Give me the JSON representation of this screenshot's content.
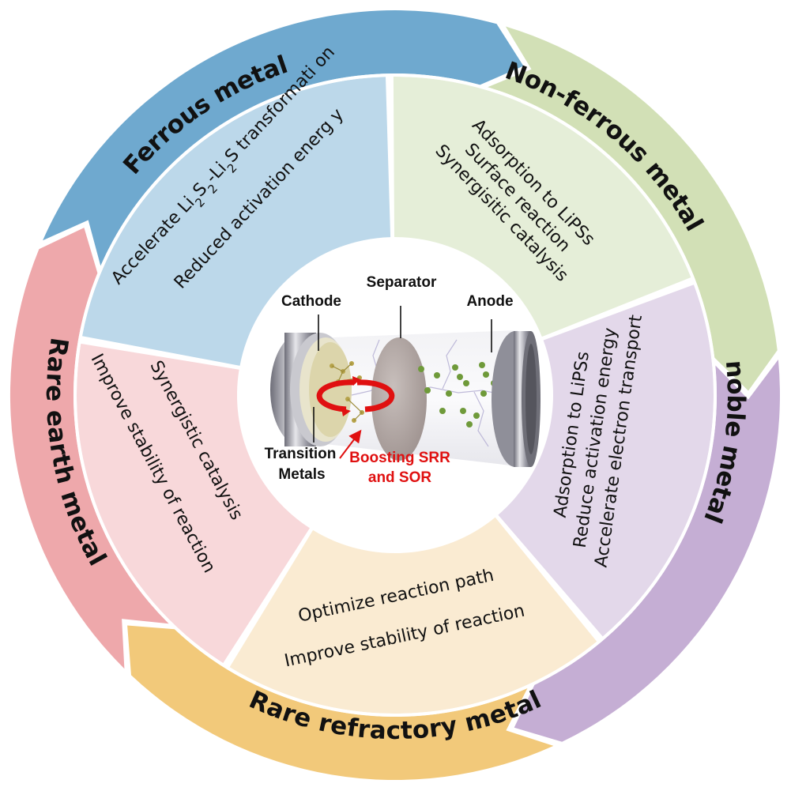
{
  "diagram": {
    "title": "Transition metal catalysts for boosting SRR and SOR",
    "segments": [
      {
        "id": "ferrous",
        "label": "Ferrous metal",
        "outer_color": "#6fa9cf",
        "inner_color": "#bcd8ea",
        "lines": [
          "Accelerate Li2S2-Li2S transformation",
          "Reduced activation energy"
        ],
        "lines_rich": [
          [
            {
              "t": "Accelerate Li"
            },
            {
              "t": "2",
              "sub": true
            },
            {
              "t": "S"
            },
            {
              "t": "2",
              "sub": true
            },
            {
              "t": "-Li"
            },
            {
              "t": "2",
              "sub": true
            },
            {
              "t": "S transformati on"
            }
          ],
          [
            {
              "t": "Reduced activation energ y"
            }
          ]
        ]
      },
      {
        "id": "non-ferrous",
        "label": "Non-ferrous metal",
        "outer_color": "#d2e0b6",
        "inner_color": "#e5eed8",
        "lines": [
          "Adsorption to LiPSs",
          "Surface reaction",
          "Synergisitic catalysis"
        ]
      },
      {
        "id": "noble",
        "label": "noble metal",
        "outer_color": "#c5aed4",
        "inner_color": "#e3d8ea",
        "lines": [
          "Adsorption  to LiPSs",
          "Reduce activation energy",
          "Accelerate electron transport"
        ]
      },
      {
        "id": "rare-refractory",
        "label": "Rare refractory metal",
        "outer_color": "#f2c97a",
        "inner_color": "#faebd2",
        "lines": [
          "Optimize reaction path",
          "Improve stability of reaction"
        ]
      },
      {
        "id": "rare-earth",
        "label": "Rare earth metal",
        "outer_color": "#eea8ab",
        "inner_color": "#f8d8da",
        "lines": [
          "Synergistic catalysis",
          "Improve stability of reaction"
        ]
      }
    ],
    "center": {
      "labels": {
        "cathode": "Cathode",
        "separator": "Separator",
        "anode": "Anode",
        "transition_1": "Transition",
        "transition_2": "Metals",
        "boost_1": "Boosting SRR",
        "boost_2": "and SOR"
      },
      "colors": {
        "accent_red": "#e01010",
        "metal": "#9a9aa4",
        "cathode_face": "#d9d2a4",
        "separator": "#b8adaa",
        "particle": "#6f9a3a"
      }
    }
  }
}
